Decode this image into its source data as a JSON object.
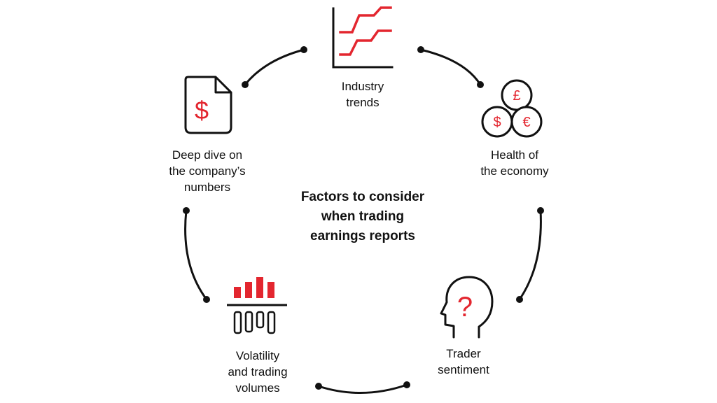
{
  "title": [
    "Factors to consider",
    "when trading",
    "earnings reports"
  ],
  "factors": [
    {
      "icon": "line-chart-icon",
      "label": [
        "Industry",
        "trends"
      ]
    },
    {
      "icon": "currency-coins-icon",
      "label": [
        "Health of",
        "the economy"
      ]
    },
    {
      "icon": "head-question-icon",
      "label": [
        "Trader",
        "sentiment"
      ]
    },
    {
      "icon": "volume-bars-icon",
      "label": [
        "Volatility",
        "and trading",
        "volumes"
      ]
    },
    {
      "icon": "dollar-document-icon",
      "label": [
        "Deep dive on",
        "the company’s",
        "numbers"
      ]
    }
  ],
  "coin_symbols": [
    "£",
    "$",
    "€"
  ],
  "question_symbol": "?",
  "dollar_symbol": "$",
  "colors": {
    "accent": "#e3262f",
    "ink": "#111111",
    "background": "#ffffff"
  }
}
